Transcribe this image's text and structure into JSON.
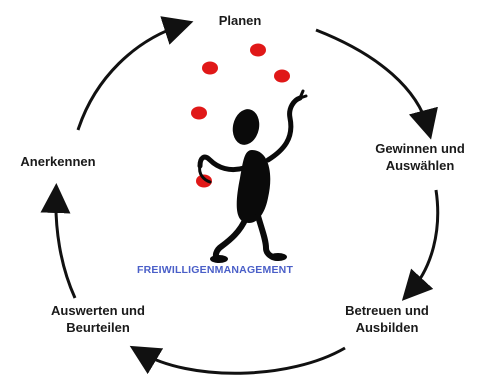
{
  "title": "FREIWILLIGENMANAGEMENT",
  "stages": [
    {
      "lines": [
        "Planen"
      ]
    },
    {
      "lines": [
        "Gewinnen und",
        "Auswählen"
      ]
    },
    {
      "lines": [
        "Betreuen und",
        "Ausbilden"
      ]
    },
    {
      "lines": [
        "Auswerten und",
        "Beurteilen"
      ]
    },
    {
      "lines": [
        "Anerkennen"
      ]
    }
  ],
  "colors": {
    "title": "#4a5fc8",
    "balls": "#e01818",
    "figure": "#0a0a0a",
    "arrows": "#111111"
  },
  "icons": [
    "juggler-figure",
    "juggling-balls",
    "cycle-arrows"
  ]
}
